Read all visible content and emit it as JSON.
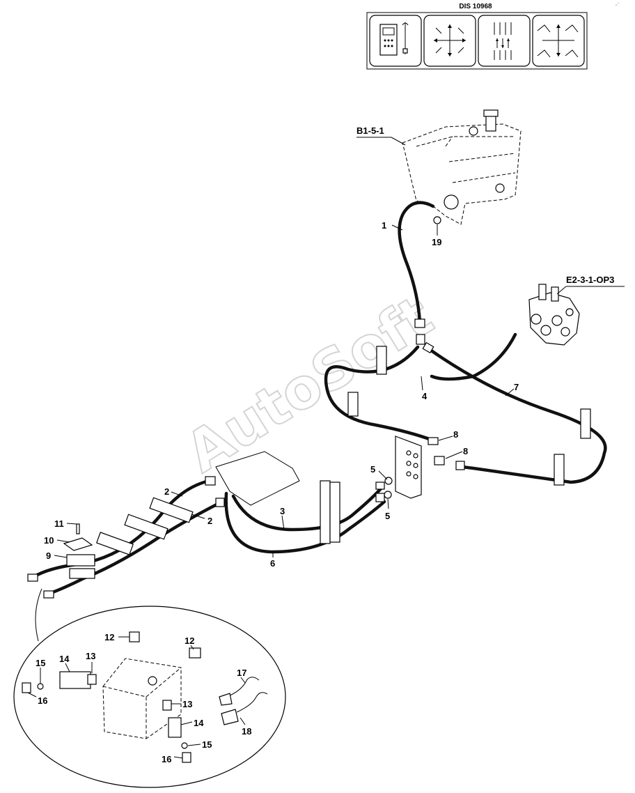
{
  "header": {
    "title": "DIS 10968"
  },
  "references": {
    "tank": "B1-5-1",
    "valve": "E2-3-1-OP3"
  },
  "watermark": "AutoSoft",
  "callouts": [
    "1",
    "2",
    "2",
    "3",
    "4",
    "5",
    "5",
    "6",
    "7",
    "8",
    "8",
    "9",
    "10",
    "11",
    "19",
    "12",
    "12",
    "13",
    "13",
    "14",
    "14",
    "15",
    "15",
    "16",
    "16",
    "17",
    "18"
  ],
  "icons": [
    "control-panel-icon",
    "joystick-cross-icon",
    "arrows-icon",
    "boom-motion-icon"
  ]
}
